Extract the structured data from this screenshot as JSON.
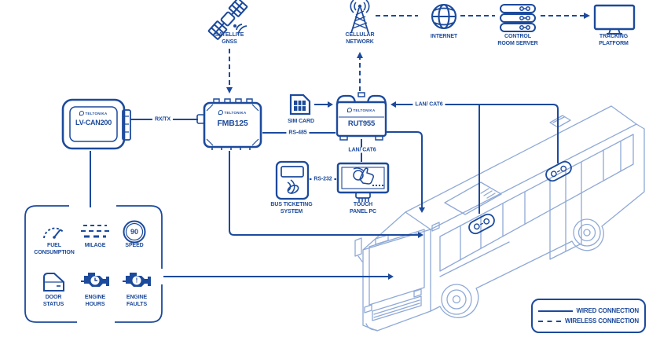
{
  "colors": {
    "primary": "#1c4a9c",
    "bus_outline": "#8fa9d6",
    "background": "#ffffff"
  },
  "cloud_row": {
    "satellite": {
      "line1": "SATELLITE",
      "line2": "GNSS"
    },
    "cellular": {
      "line1": "CELLULAR",
      "line2": "NETWORK"
    },
    "internet": {
      "label": "INTERNET"
    },
    "control_server": {
      "line1": "CONTROL",
      "line2": "ROOM SERVER"
    },
    "tracking": {
      "line1": "TRACKING",
      "line2": "PLATFORM"
    }
  },
  "devices": {
    "lv_can200": {
      "brand": "TELTONIKA",
      "model": "LV-CAN200"
    },
    "fmb125": {
      "brand": "TELTONIKA",
      "model": "FMB125"
    },
    "rut955": {
      "brand": "TELTONIKA",
      "model": "RUT955"
    },
    "sim_card": {
      "label": "SIM CARD"
    },
    "bus_ticketing": {
      "line1": "BUS TICKETING",
      "line2": "SYSTEM"
    },
    "touch_panel": {
      "line1": "TOUCH",
      "line2": "PANEL PC"
    }
  },
  "connections": {
    "rx_tx": "RX/TX",
    "rs_485": "RS-485",
    "rs_232": "RS-232",
    "lan_cat6_bus": "LAN/ CAT6",
    "lan_cat6_panel": "LAN/ CAT6"
  },
  "telemetry": {
    "fuel": {
      "line1": "FUEL",
      "line2": "CONSUMPTION"
    },
    "milage": {
      "label": "MILAGE"
    },
    "speed": {
      "label": "SPEED",
      "value": "90"
    },
    "door": {
      "line1": "DOOR",
      "line2": "STATUS"
    },
    "engine_hours": {
      "line1": "ENGINE",
      "line2": "HOURS"
    },
    "engine_faults": {
      "line1": "ENGINE",
      "line2": "FAULTS",
      "mark": "!"
    }
  },
  "legend": {
    "wired": "WIRED CONNECTION",
    "wireless": "WIRELESS CONNECTION"
  }
}
